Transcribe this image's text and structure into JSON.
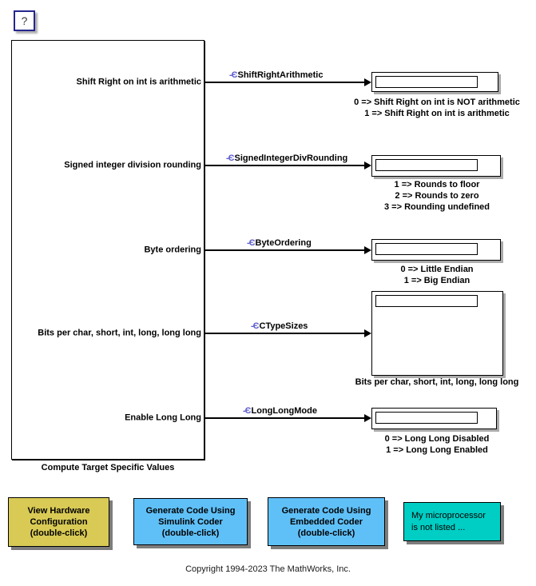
{
  "help": {
    "label": "?"
  },
  "subsystem": {
    "label": "Compute Target Specific Values"
  },
  "rows": [
    {
      "port_label": "Shift Right on int is arithmetic",
      "signal_icon": "-Є",
      "signal_name": "ShiftRightArithmetic",
      "annotations": [
        "0 => Shift Right on int is NOT arithmetic",
        "1 => Shift Right on int is arithmetic"
      ]
    },
    {
      "port_label": "Signed integer division rounding",
      "signal_icon": "-Є",
      "signal_name": "SignedIntegerDivRounding",
      "annotations": [
        "1 => Rounds to floor",
        "2 => Rounds to zero",
        "3 => Rounding undefined"
      ]
    },
    {
      "port_label": "Byte ordering",
      "signal_icon": "-Є",
      "signal_name": "ByteOrdering",
      "annotations": [
        "0 => Little Endian",
        "1 => Big Endian"
      ]
    },
    {
      "port_label": "Bits per char, short, int, long, long long",
      "signal_icon": "-Є",
      "signal_name": "CTypeSizes",
      "annotations": [
        "Bits per char, short, int, long, long long"
      ]
    },
    {
      "port_label": "Enable Long Long",
      "signal_icon": "-Є",
      "signal_name": "LongLongMode",
      "annotations": [
        "0 => Long Long Disabled",
        "1 => Long Long Enabled"
      ]
    }
  ],
  "action_blocks": [
    {
      "lines": [
        "View Hardware",
        "Configuration",
        "(double-click)"
      ],
      "color": "#d8ca55"
    },
    {
      "lines": [
        "Generate Code Using",
        "Simulink Coder",
        "(double-click)"
      ],
      "color": "#5fc0f8"
    },
    {
      "lines": [
        "Generate Code Using",
        "Embedded Coder",
        "(double-click)"
      ],
      "color": "#5fc0f8"
    },
    {
      "lines": [
        "My microprocessor",
        "is not listed ..."
      ],
      "color": "#00cec4"
    }
  ],
  "footer": {
    "copyright": "Copyright 1994-2023 The MathWorks, Inc."
  },
  "colors": {
    "signal_icon": "#5a5ace",
    "help_border": "#26268f",
    "yellow_block": "#d8ca55",
    "blue_block": "#5fc0f8",
    "cyan_block": "#00cec4"
  }
}
